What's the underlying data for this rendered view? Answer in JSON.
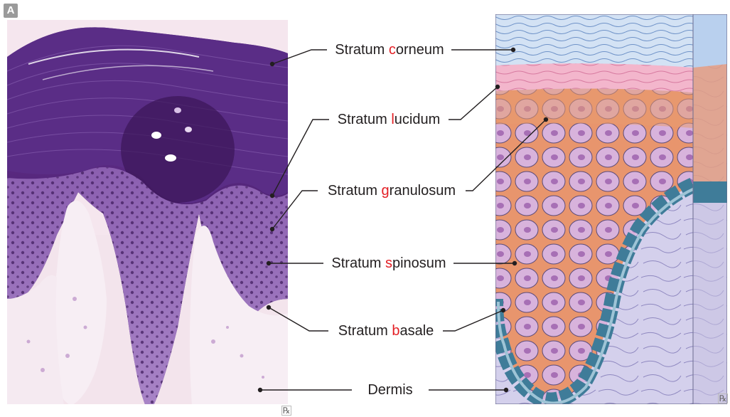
{
  "panel_label": "A",
  "labels": [
    {
      "id": "corneum",
      "prefix": "Stratum ",
      "highlight": "c",
      "suffix": "orneum"
    },
    {
      "id": "lucidum",
      "prefix": "Stratum ",
      "highlight": "l",
      "suffix": "ucidum"
    },
    {
      "id": "granulosum",
      "prefix": "Stratum ",
      "highlight": "g",
      "suffix": "ranulosum"
    },
    {
      "id": "spinosum",
      "prefix": "Stratum ",
      "highlight": "s",
      "suffix": "pinosum"
    },
    {
      "id": "basale",
      "prefix": "Stratum ",
      "highlight": "b",
      "suffix": "asale"
    },
    {
      "id": "dermis",
      "prefix": "Dermis",
      "highlight": "",
      "suffix": ""
    }
  ],
  "rx_mark": "℞",
  "colors": {
    "highlight": "#e31e24",
    "histology_dark": "#4b1f6e",
    "histology_mid": "#7a4a9e",
    "illustration_corneum": "#c8d8ef",
    "illustration_lucidum": "#f0b3c8",
    "illustration_dermis": "#cfcbe8",
    "basal_cell": "#3f7c99"
  }
}
